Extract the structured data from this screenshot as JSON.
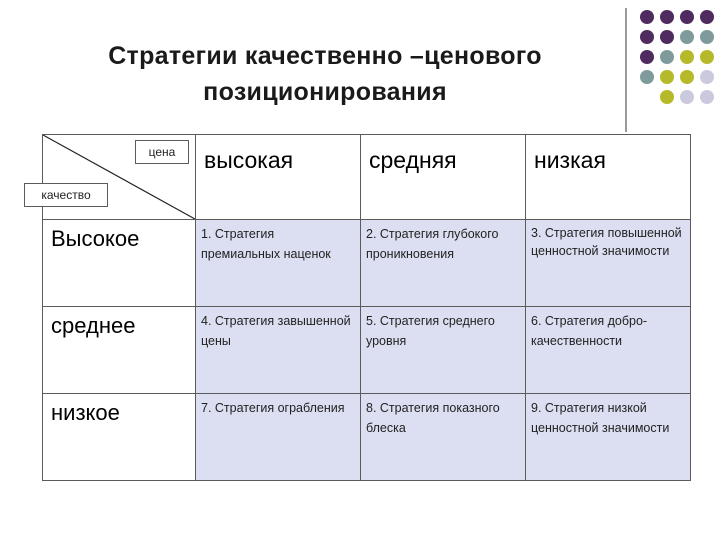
{
  "title_line1": "Стратегии качественно –ценового",
  "title_line2": "позиционирования",
  "corner": {
    "price": "цена",
    "quality": "качество"
  },
  "columns": [
    "высокая",
    "средняя",
    "низкая"
  ],
  "rows": [
    {
      "label": "Высокое",
      "cells": [
        "1. Стратегия премиальных наценок",
        "2. Стратегия глубокого проникновения",
        "3. Стратегия повышенной ценностной значимости"
      ]
    },
    {
      "label": "среднее",
      "cells": [
        "4. Стратегия завышенной цены",
        "5. Стратегия среднего уровня",
        "6. Стратегия добро-качественности"
      ]
    },
    {
      "label": "низкое",
      "cells": [
        "7. Стратегия ограбления",
        "8. Стратегия показного блеска",
        "9. Стратегия низкой ценностной значимости"
      ]
    }
  ],
  "colors": {
    "purple": "#4f2b5f",
    "teal": "#7e9a9b",
    "olive": "#b6b92a",
    "lavender": "#cbc9de",
    "cell_bg": "#dcdff2"
  }
}
